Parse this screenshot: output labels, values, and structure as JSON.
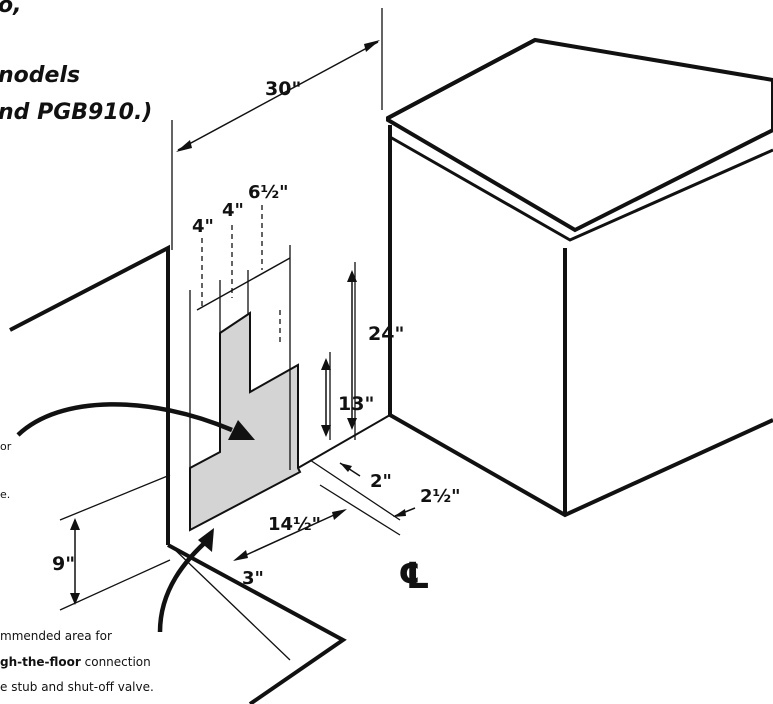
{
  "caption": {
    "line1": "o,",
    "line2": "nodels",
    "line3": "nd PGB910.)"
  },
  "dimensions": {
    "width_30": "30\"",
    "w4a": "4\"",
    "w4b": "4\"",
    "w6_5": "6½\"",
    "h24": "24\"",
    "h13": "13\"",
    "d2": "2\"",
    "d2_5": "2½\"",
    "d14_5": "14½\"",
    "h9": "9\"",
    "d3": "3\""
  },
  "centerline_symbol": "℄",
  "note_upper": {
    "line1": "or",
    "line2": "e."
  },
  "note_lower": {
    "line1": "mmended area for",
    "line2_bold": "gh-the-floor",
    "line2_rest": " connection",
    "line3": "e stub and shut-off valve."
  },
  "colors": {
    "line": "#111111",
    "shaded_area": "#d4d4d4"
  }
}
